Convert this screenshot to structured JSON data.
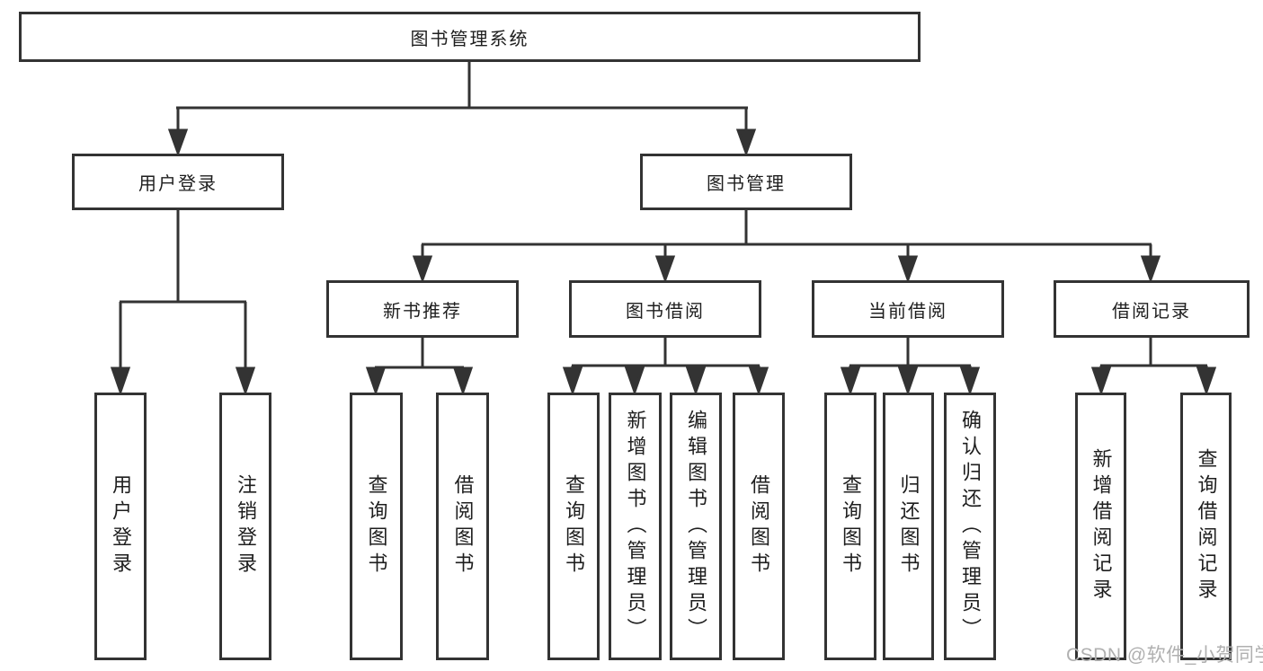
{
  "diagram": {
    "root": "图书管理系统",
    "level2": {
      "user_login": "用户登录",
      "book_mgmt": "图书管理"
    },
    "level3": {
      "new_books": "新书推荐",
      "book_borrow": "图书借阅",
      "current_borrow": "当前借阅",
      "borrow_records": "借阅记录"
    },
    "leaves": {
      "user_login": "用户登录",
      "logout": "注销登录",
      "nb_query": "查询图书",
      "nb_borrow": "借阅图书",
      "bb_query": "查询图书",
      "bb_add": "新增图书（管理员）",
      "bb_edit": "编辑图书（管理员）",
      "bb_borrow": "借阅图书",
      "cb_query": "查询图书",
      "cb_return": "归还图书",
      "cb_confirm": "确认归还（管理员）",
      "br_add": "新增借阅记录",
      "br_query": "查询借阅记录"
    }
  },
  "watermark": "CSDN @软件_小贺同学",
  "colors": {
    "line": "#333333",
    "text": "#1e1e1e",
    "watermark": "#b0b0b0",
    "background": "#ffffff"
  }
}
